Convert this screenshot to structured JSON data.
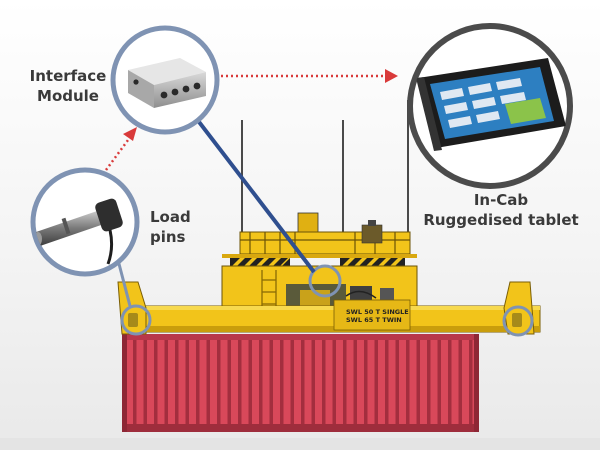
{
  "labels": {
    "interface_module": [
      "Interface",
      "Module"
    ],
    "load_pins": [
      "Load",
      "pins"
    ],
    "tablet": [
      "In-Cab",
      "Ruggedised tablet"
    ]
  },
  "spreader_sign": [
    "SWL 50 T SINGLE",
    "SWL 65 T TWIN"
  ],
  "colors": {
    "crane_yellow": "#f2c41a",
    "container_red": "#d9485a",
    "callout_ring": "#7f93b3",
    "connector_line": "#2f4f8f",
    "data_arrow": "#d93a3a",
    "tablet_screen": "#2d7fc1"
  },
  "icons": [
    "interface-module-box-icon",
    "load-pin-icon",
    "rugged-tablet-icon"
  ]
}
